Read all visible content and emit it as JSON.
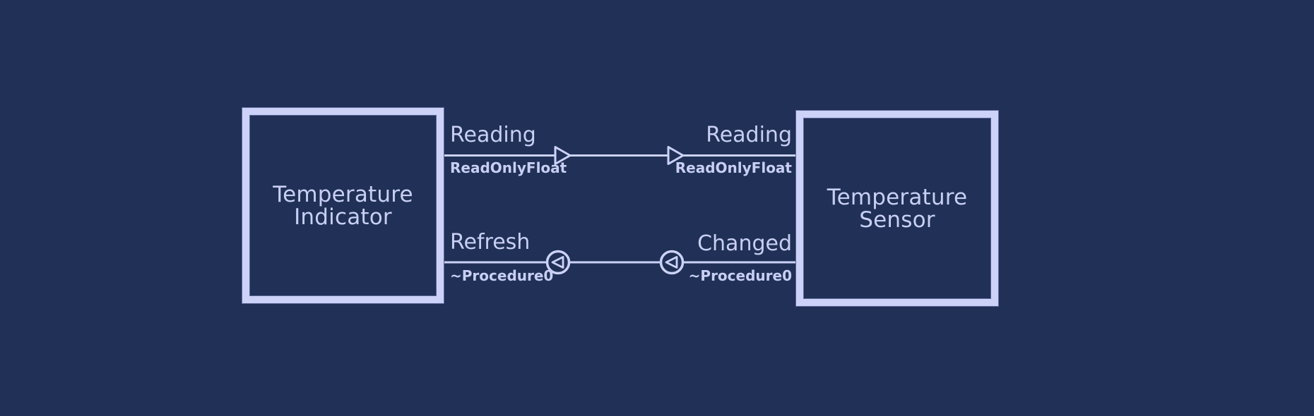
{
  "colors": {
    "background": "#203056",
    "accent": "#ccd2f8",
    "text": "#c9cff4"
  },
  "nodes": [
    {
      "id": "temperature-indicator",
      "title": "Temperature\nIndicator"
    },
    {
      "id": "temperature-sensor",
      "title": "Temperature\nSensor"
    }
  ],
  "connections": [
    {
      "id": "reading",
      "arrow_style": "hollow-right-triangle",
      "source_port": {
        "label": "Reading",
        "type": "ReadOnlyFloat"
      },
      "target_port": {
        "label": "Reading",
        "type": "ReadOnlyFloat"
      }
    },
    {
      "id": "refresh-changed",
      "arrow_style": "circled-left-triangle",
      "source_port": {
        "label": "Refresh",
        "type": "~Procedure0"
      },
      "target_port": {
        "label": "Changed",
        "type": "~Procedure0"
      }
    }
  ]
}
